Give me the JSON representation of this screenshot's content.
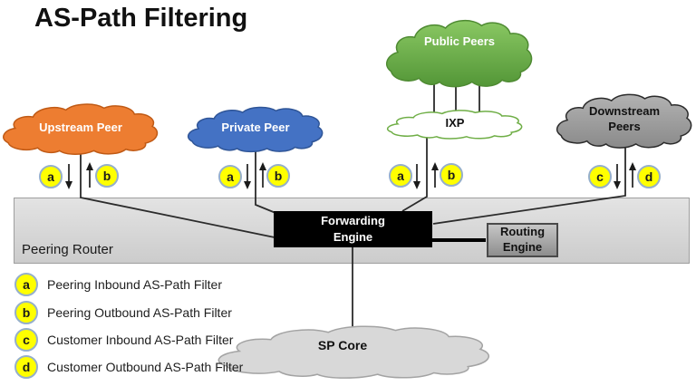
{
  "title": "AS-Path Filtering",
  "clouds": {
    "upstream": {
      "label": "Upstream Peer"
    },
    "private": {
      "label": "Private Peer"
    },
    "public": {
      "label": "Public Peers"
    },
    "ixp": {
      "label": "IXP"
    },
    "downstream": {
      "label": "Downstream Peers"
    },
    "sp_core": {
      "label": "SP Core"
    }
  },
  "router": {
    "label": "Peering Router",
    "forwarding_engine": "Forwarding Engine",
    "routing_engine": "Routing Engine"
  },
  "markers": {
    "upstream": {
      "in": "a",
      "out": "b"
    },
    "private": {
      "in": "a",
      "out": "b"
    },
    "ixp": {
      "in": "a",
      "out": "b"
    },
    "downstream": {
      "in": "c",
      "out": "d"
    }
  },
  "legend": [
    {
      "letter": "a",
      "text": "Peering Inbound AS-Path Filter"
    },
    {
      "letter": "b",
      "text": "Peering Outbound AS-Path Filter"
    },
    {
      "letter": "c",
      "text": "Customer Inbound AS-Path Filter"
    },
    {
      "letter": "d",
      "text": "Customer Outbound AS-Path Filter"
    }
  ],
  "colors": {
    "upstream_cloud": "#ED7D31",
    "private_cloud": "#4472C4",
    "public_cloud": "#6CAD47",
    "ixp_border": "#6FAE46",
    "downstream_cloud": "#9E9E9E",
    "sp_core_cloud": "#D8D8D8",
    "badge_fill": "#FFFF00",
    "badge_border": "#95AFCB",
    "router_band": "#D6D6D6",
    "forwarding_engine_box": "#000000"
  }
}
